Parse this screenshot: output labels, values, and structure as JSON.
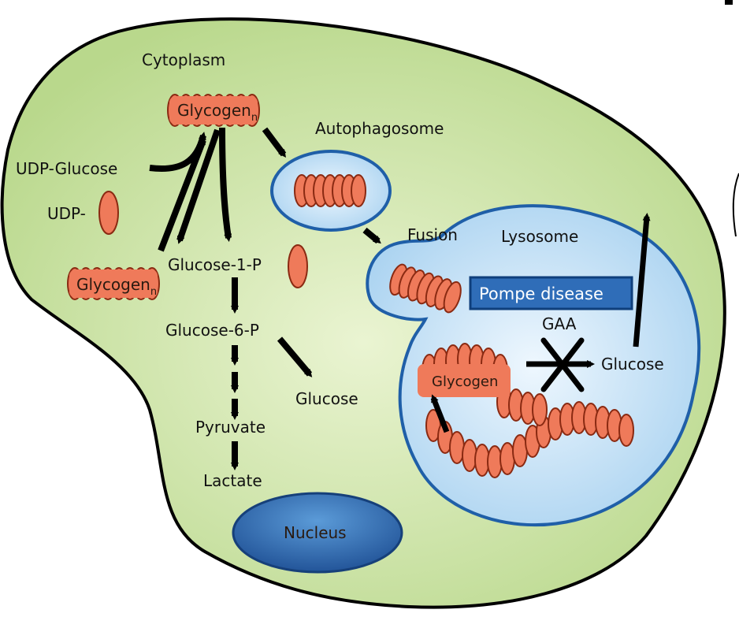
{
  "labels": {
    "cytoplasm": "Cytoplasm",
    "glycogen_top": "Glycogen",
    "glycogen_top_sub": "n",
    "autophagosome": "Autophagosome",
    "udp_glucose": "UDP-Glucose",
    "udp": "UDP-",
    "fusion": "Fusion",
    "lysosome": "Lysosome",
    "glycogen_left": "Glycogen",
    "glycogen_left_sub": "n",
    "glucose_1_p": "Glucose-1-P",
    "pompe_disease": "Pompe disease",
    "glucose_6_p": "Glucose-6-P",
    "gaa": "GAA",
    "glucose_lysosome": "Glucose",
    "glycogen_lysosome": "Glycogen",
    "glucose_cyto": "Glucose",
    "pyruvate": "Pyruvate",
    "lactate": "Lactate",
    "nucleus": "Nucleus"
  },
  "colors": {
    "cell_fill": "#c4de9a",
    "cell_center": "#e4f0c8",
    "lysosome_fill": "#cfe6f7",
    "lysosome_edge": "#1f5fa8",
    "glycogen_fill": "#ef7a5a",
    "glycogen_edge": "#8a2a12",
    "pompe_box": "#2f6db8",
    "nucleus_fill": "#2f6db8"
  }
}
